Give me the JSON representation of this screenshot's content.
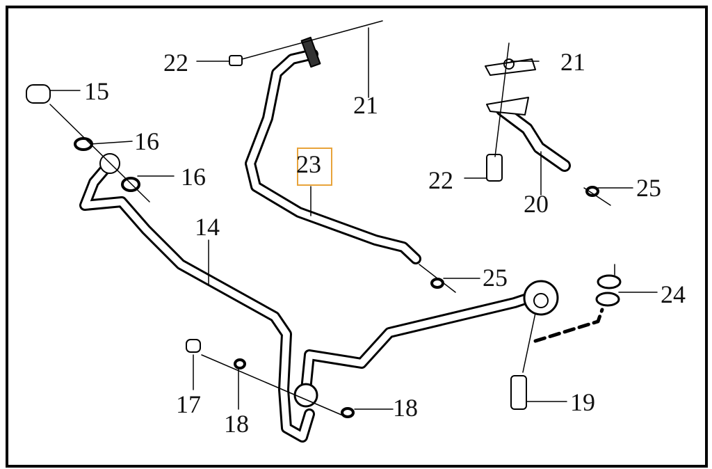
{
  "diagram": {
    "callouts": [
      {
        "id": "c22a",
        "text": "22"
      },
      {
        "id": "c21a",
        "text": "21"
      },
      {
        "id": "c21b",
        "text": "21"
      },
      {
        "id": "c15",
        "text": "15"
      },
      {
        "id": "c16a",
        "text": "16"
      },
      {
        "id": "c16b",
        "text": "16"
      },
      {
        "id": "c23",
        "text": "23"
      },
      {
        "id": "c22b",
        "text": "22"
      },
      {
        "id": "c20",
        "text": "20"
      },
      {
        "id": "c25a",
        "text": "25"
      },
      {
        "id": "c14",
        "text": "14"
      },
      {
        "id": "c25b",
        "text": "25"
      },
      {
        "id": "c24",
        "text": "24"
      },
      {
        "id": "c17",
        "text": "17"
      },
      {
        "id": "c18a",
        "text": "18"
      },
      {
        "id": "c18b",
        "text": "18"
      },
      {
        "id": "c19",
        "text": "19"
      }
    ],
    "highlighted_part": "23",
    "highlight_color": "#e8a33a"
  }
}
